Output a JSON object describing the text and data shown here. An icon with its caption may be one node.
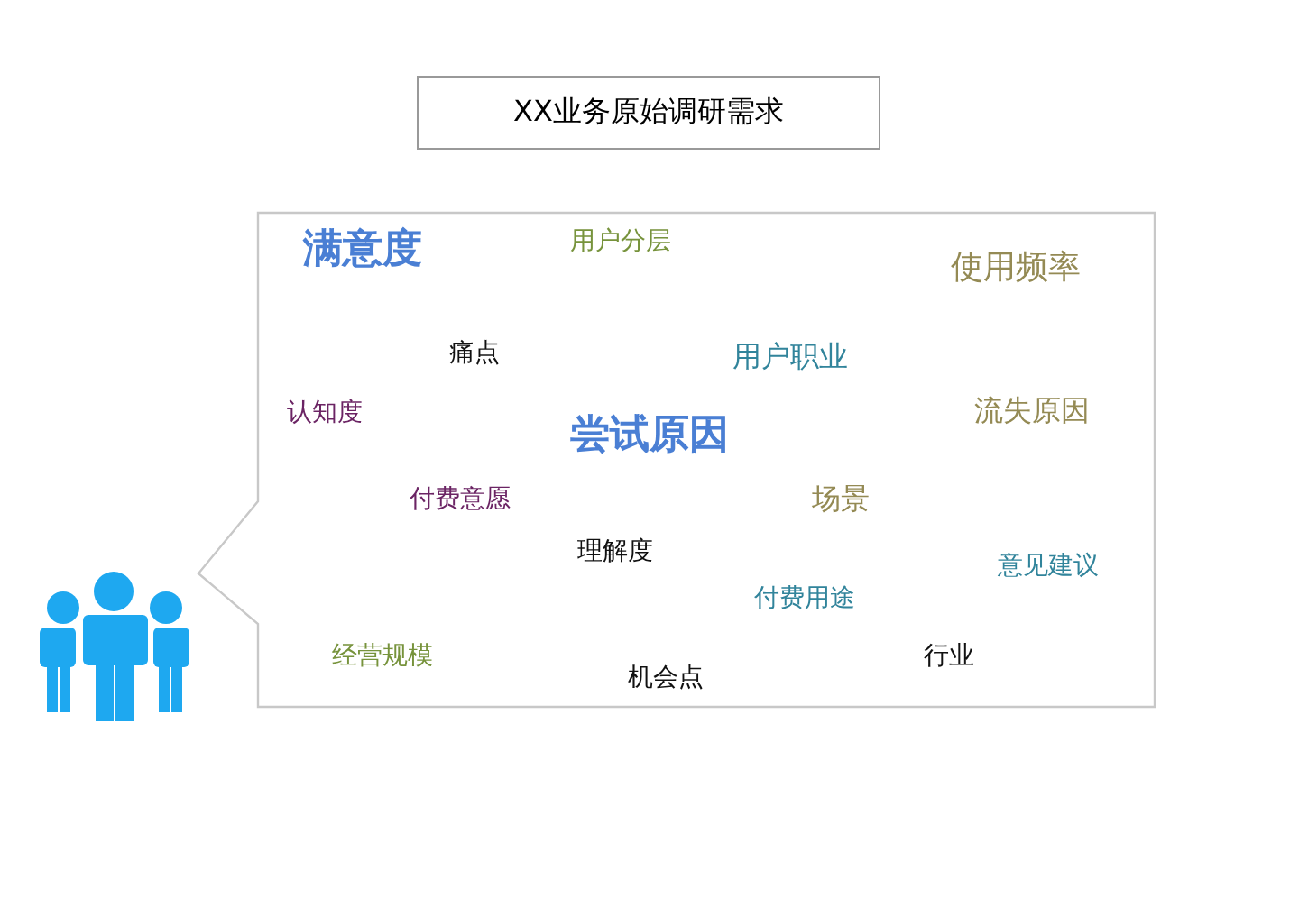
{
  "diagram": {
    "nodes": [
      {
        "text": [
          "XX业务原始调研需求"
        ]
      },
      {
        "text": [
          "满意度",
          "用户分层",
          "使用频率",
          "痛点",
          "用户职业",
          "认知度",
          "尝试原因",
          "流失原因",
          "付费意愿",
          "场景",
          "理解度",
          "意见建议",
          "付费用途",
          "经营规模",
          "行业",
          "机会点"
        ]
      }
    ]
  }
}
